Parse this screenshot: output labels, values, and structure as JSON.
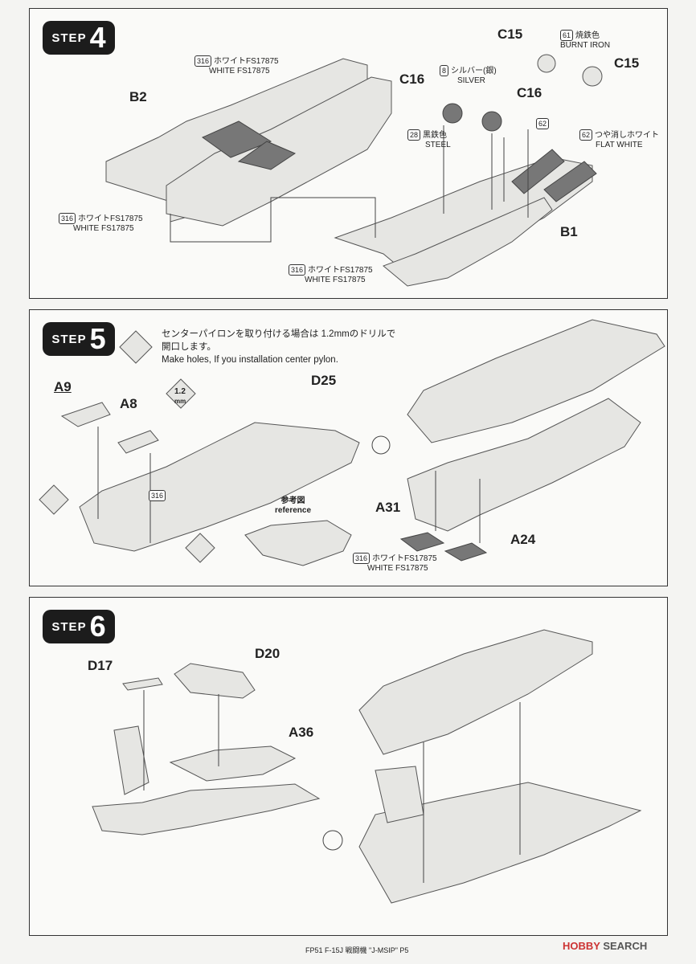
{
  "steps": [
    {
      "label": "STEP",
      "number": "4"
    },
    {
      "label": "STEP",
      "number": "5"
    },
    {
      "label": "STEP",
      "number": "6"
    }
  ],
  "step4": {
    "parts": [
      "B2",
      "C16",
      "C15",
      "C16",
      "C15",
      "B1"
    ],
    "colors": {
      "white_top": {
        "code": "316",
        "jp": "ホワイトFS17875",
        "en": "WHITE FS17875"
      },
      "white_left": {
        "code": "316",
        "jp": "ホワイトFS17875",
        "en": "WHITE FS17875"
      },
      "white_bottom": {
        "code": "316",
        "jp": "ホワイトFS17875",
        "en": "WHITE FS17875"
      },
      "silver": {
        "code": "8",
        "jp": "シルバー(銀)",
        "en": "SILVER"
      },
      "steel": {
        "code": "28",
        "jp": "黒鉄色",
        "en": "STEEL"
      },
      "burnt_iron": {
        "code": "61",
        "jp": "焼鉄色",
        "en": "BURNT IRON"
      },
      "flat_white": {
        "code": "62",
        "jp": "つや消しホワイト",
        "en": "FLAT WHITE"
      },
      "flat_white_small": {
        "code": "62"
      }
    }
  },
  "step5": {
    "note_jp": "センターパイロンを取り付ける場合は 1.2mmのドリルで開口します。",
    "note_en": "Make holes, If you installation center pylon.",
    "drill": "1.2",
    "drill_unit": "mm",
    "parts": [
      "A9",
      "A8",
      "D25",
      "A31",
      "A24"
    ],
    "reference_jp": "参考図",
    "reference_en": "reference",
    "color_small_code": "316",
    "white": {
      "code": "316",
      "jp": "ホワイトFS17875",
      "en": "WHITE FS17875"
    }
  },
  "step6": {
    "parts": [
      "D17",
      "D20",
      "A36"
    ]
  },
  "footer": "FP51 F-15J 戦闘機 \"J-MSIP\" P5",
  "watermark": {
    "brand": "HOBBY",
    "rest": " SEARCH"
  }
}
